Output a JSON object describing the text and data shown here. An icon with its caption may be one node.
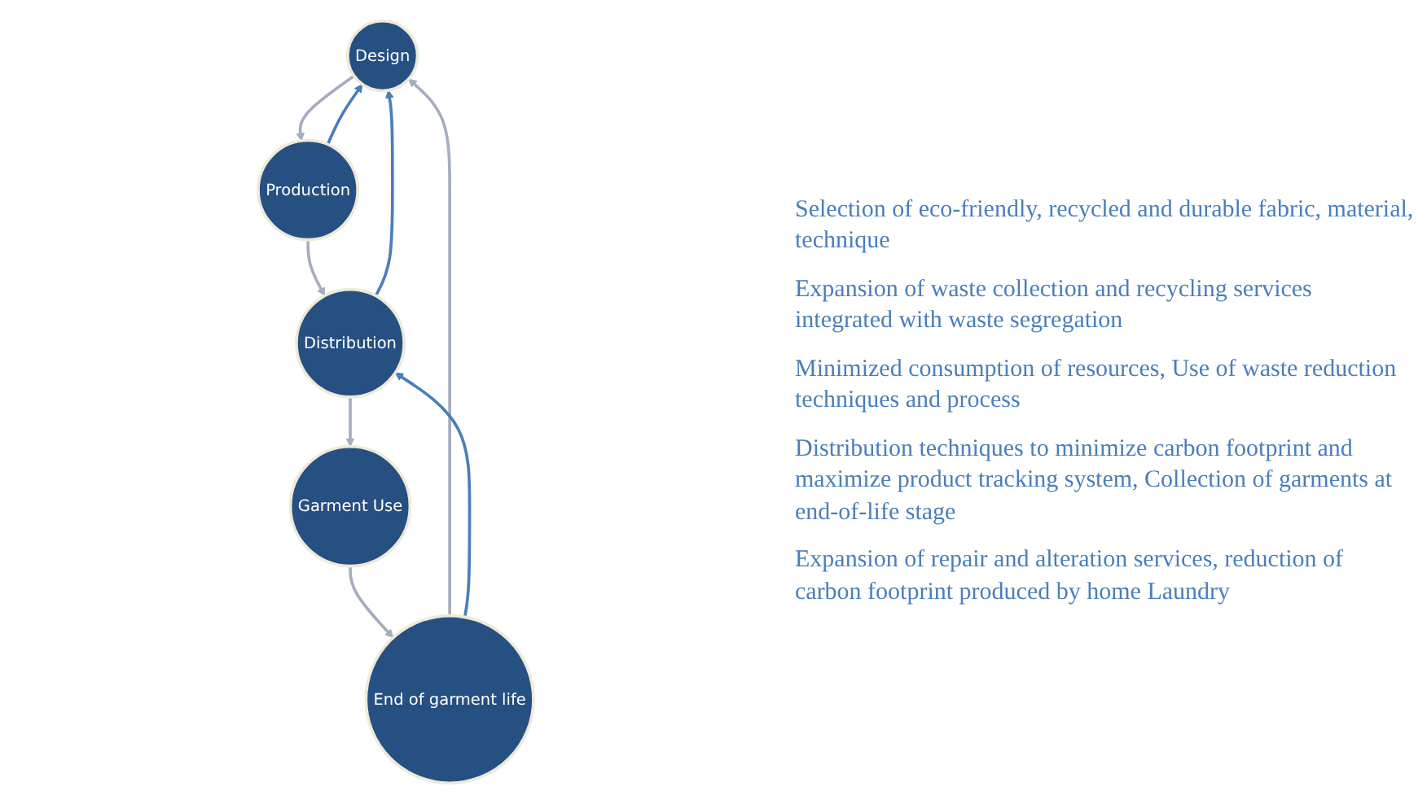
{
  "diagram": {
    "nodes": [
      {
        "text": [
          "Design"
        ]
      },
      {
        "text": [
          "Production"
        ]
      },
      {
        "text": [
          "Distribution"
        ]
      },
      {
        "text": [
          "Garment Use"
        ]
      },
      {
        "text": [
          "End of garment life"
        ]
      }
    ],
    "edges": [
      {
        "from": 0,
        "to": 1,
        "arrow": "to"
      },
      {
        "from": 1,
        "to": 2,
        "arrow": "to"
      },
      {
        "from": 2,
        "to": 3,
        "arrow": "to"
      },
      {
        "from": 3,
        "to": 4,
        "arrow": "to"
      },
      {
        "from": 4,
        "to": 0,
        "arrow": "to"
      },
      {
        "from": 1,
        "to": 0,
        "arrow": "to",
        "color": "#4a7ebb"
      },
      {
        "from": 2,
        "to": 0,
        "arrow": "to",
        "color": "#4a7ebb"
      },
      {
        "from": 4,
        "to": 2,
        "arrow": "to",
        "color": "#4a7ebb"
      }
    ],
    "labels": [
      "Selection of eco-friendly, recycled and durable fabric, material, technique",
      "Expansion of waste collection and recycling services integrated with waste segregation",
      "Minimized consumption of resources, Use of waste reduction techniques and process",
      "Distribution techniques to minimize carbon footprint and maximize product tracking system, Collection of garments at end-of-life stage",
      "Expansion of repair and alteration services, reduction of carbon footprint produced by home Laundry"
    ]
  }
}
